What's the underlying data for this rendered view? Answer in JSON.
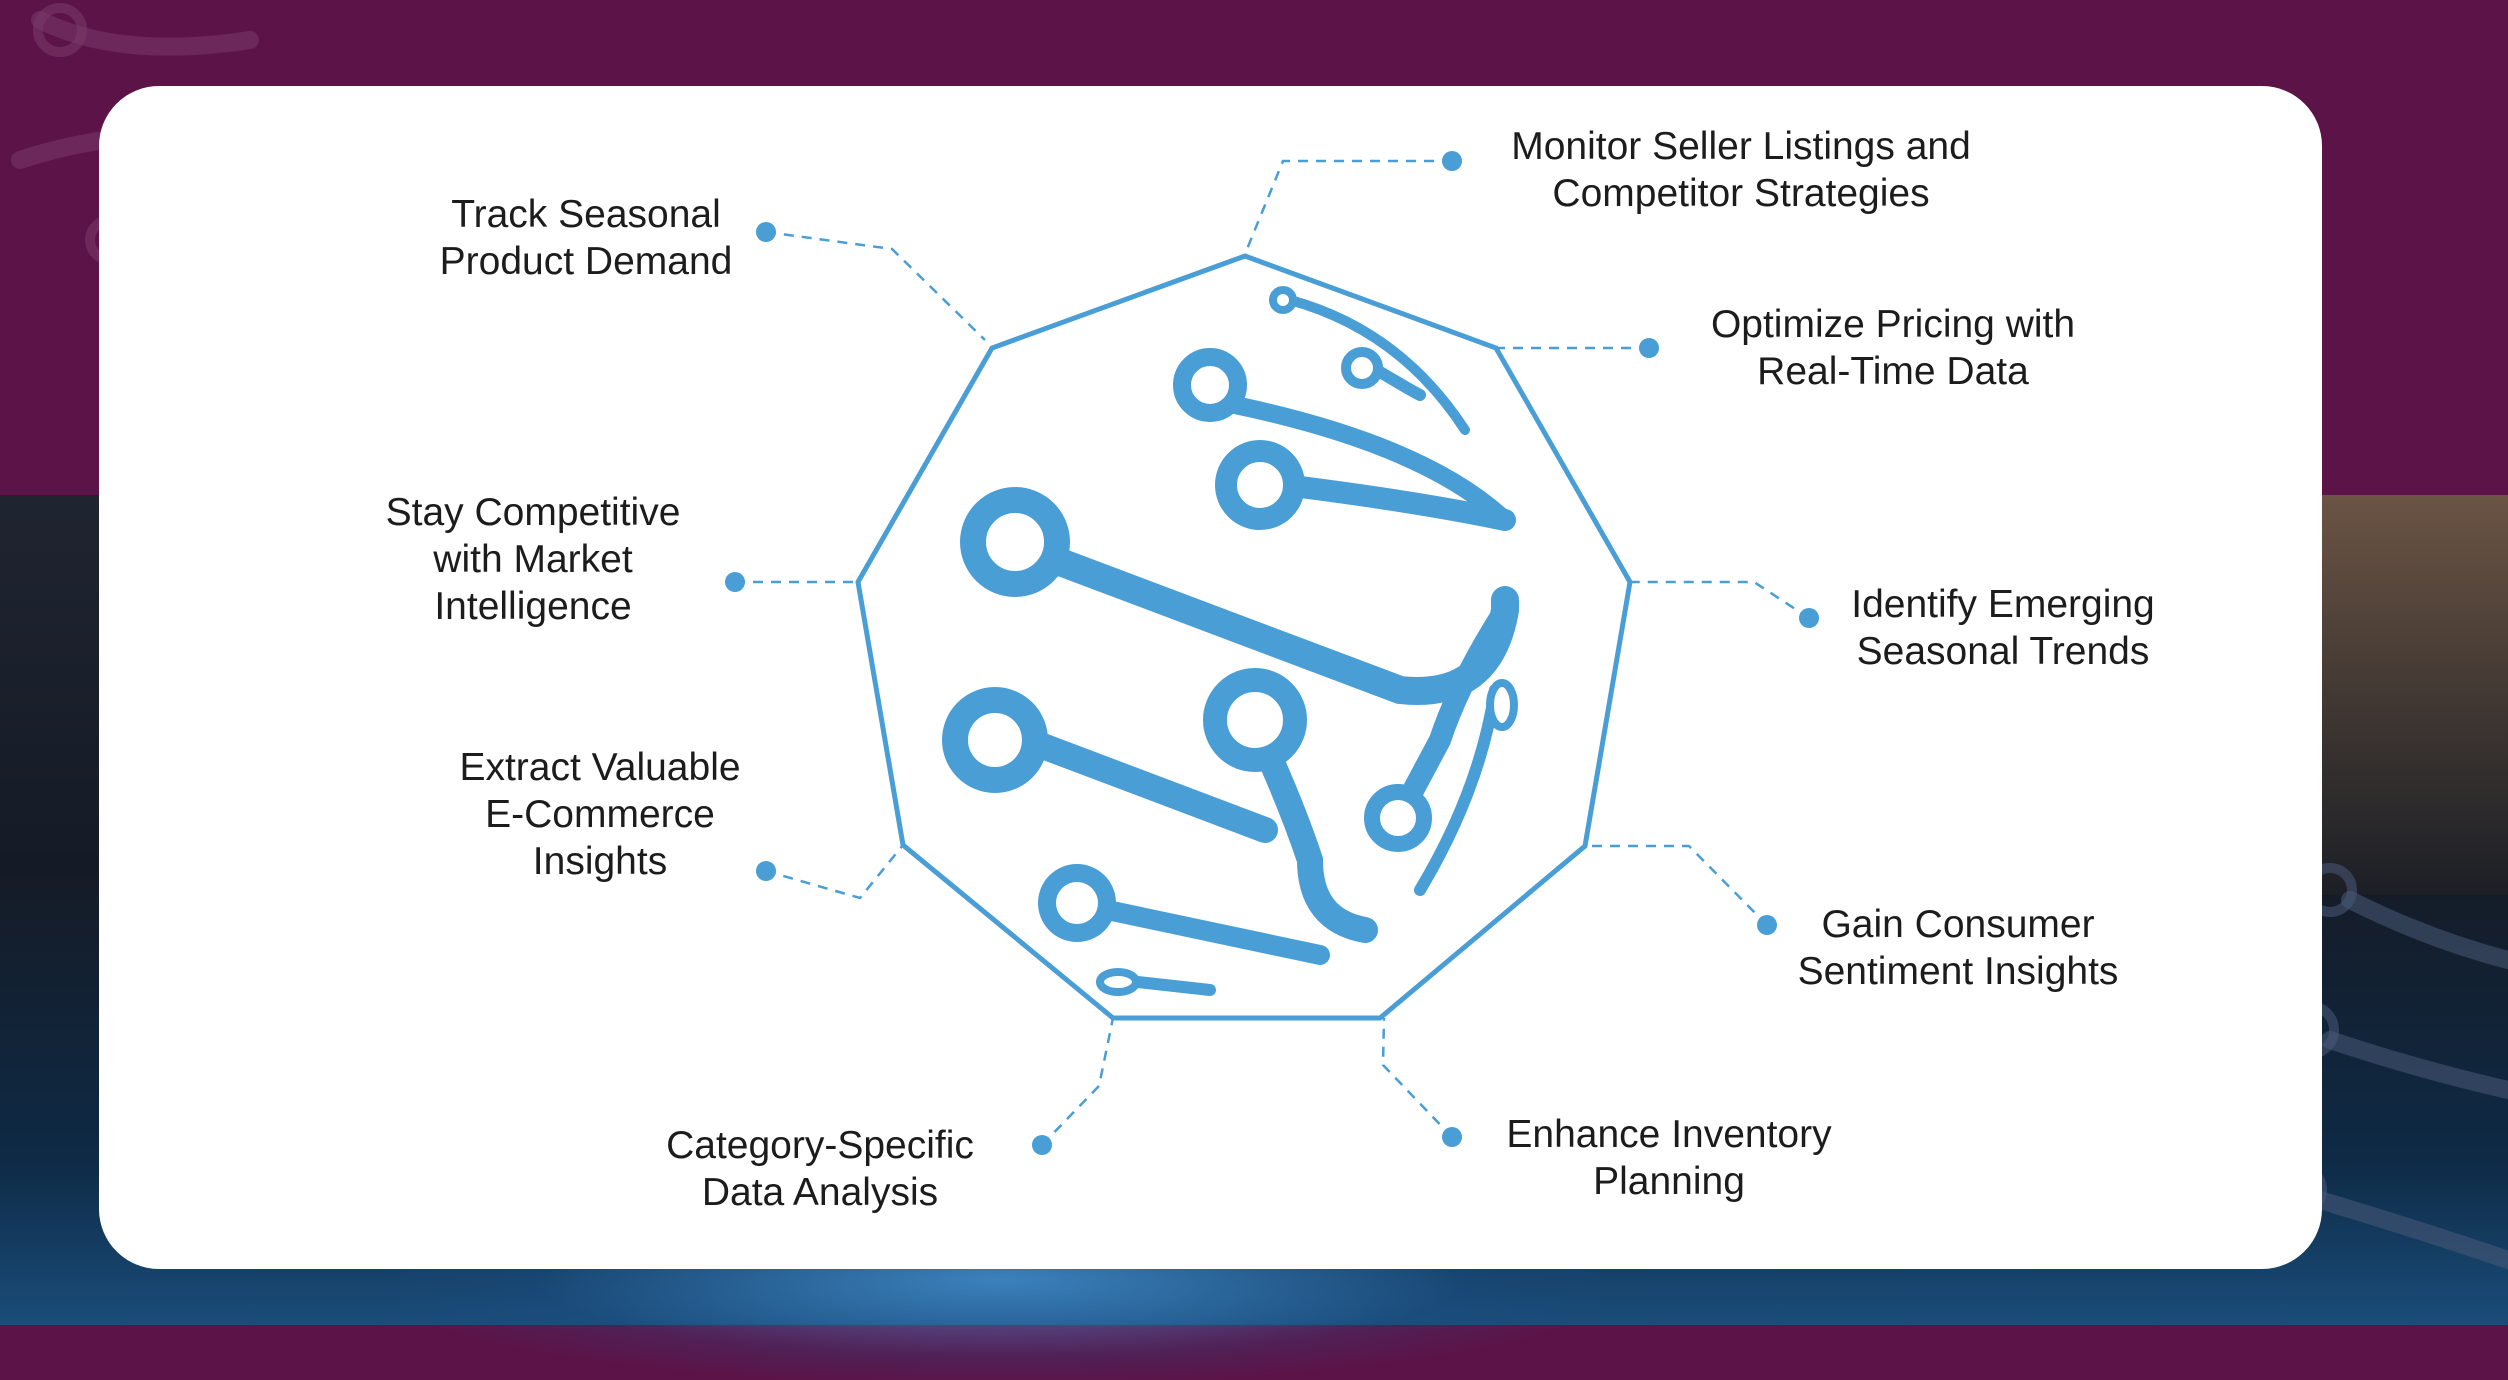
{
  "colors": {
    "accent": "#4a9ed6",
    "background_top": "#5c1448",
    "card": "#ffffff",
    "text": "#1c1c1c"
  },
  "center_icon": "circuit-traces-icon",
  "items": [
    {
      "id": "seasonal-demand",
      "lines": [
        "Track Seasonal",
        "Product Demand"
      ]
    },
    {
      "id": "seller-listings",
      "lines": [
        "Monitor Seller Listings and",
        "Competitor Strategies"
      ]
    },
    {
      "id": "pricing",
      "lines": [
        "Optimize Pricing with",
        "Real-Time Data"
      ]
    },
    {
      "id": "market-intelligence",
      "lines": [
        "Stay Competitive",
        "with Market",
        "Intelligence"
      ]
    },
    {
      "id": "emerging-trends",
      "lines": [
        "Identify Emerging",
        "Seasonal Trends"
      ]
    },
    {
      "id": "ecommerce-insights",
      "lines": [
        "Extract Valuable",
        "E-Commerce",
        "Insights"
      ]
    },
    {
      "id": "consumer-sentiment",
      "lines": [
        "Gain Consumer",
        "Sentiment Insights"
      ]
    },
    {
      "id": "category-analysis",
      "lines": [
        "Category-Specific",
        "Data Analysis"
      ]
    },
    {
      "id": "inventory",
      "lines": [
        "Enhance Inventory",
        "Planning"
      ]
    }
  ]
}
